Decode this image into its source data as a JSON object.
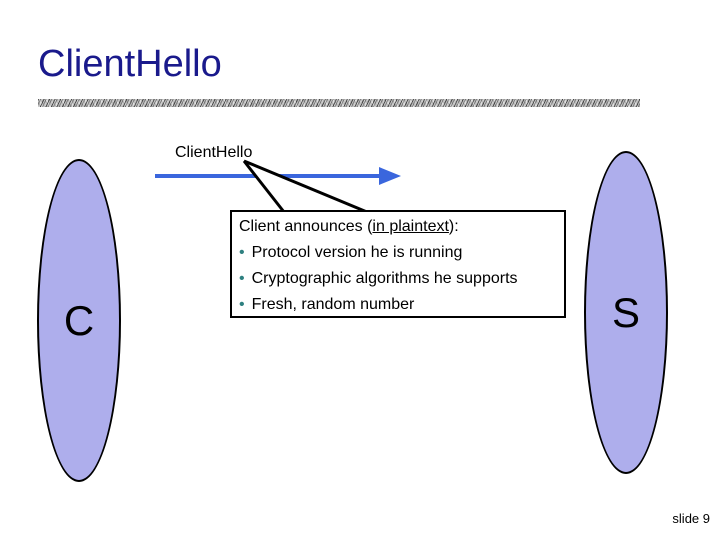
{
  "slide": {
    "title": "ClientHello",
    "slide_number": "slide 9"
  },
  "diagram": {
    "message_label": "ClientHello",
    "client_label": "C",
    "server_label": "S",
    "callout": {
      "intro_start": "Client announces (",
      "intro_underlined": "in plaintext",
      "intro_end": "):",
      "bullet_glyph": "•",
      "bullets": [
        "Protocol version he is running",
        "Cryptographic algorithms he supports",
        "Fresh, random number"
      ]
    }
  },
  "colors": {
    "title_text": "#1A1A8C",
    "arrow": "#3A66DD",
    "ellipse_fill": "#AEAEEC",
    "ellipse_outline": "#000000",
    "bullet": "#2E8080",
    "callout_border": "#000000"
  }
}
